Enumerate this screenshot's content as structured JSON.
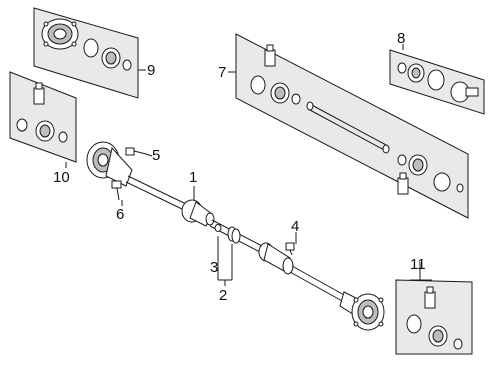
{
  "callouts": {
    "n1": "1",
    "n2": "2",
    "n3": "3",
    "n4": "4",
    "n5": "5",
    "n6": "6",
    "n7": "7",
    "n8": "8",
    "n9": "9",
    "n10": "10",
    "n11": "11"
  },
  "colors": {
    "line": "#1a1a1a",
    "panel": "#e9e9e9",
    "part": "#ffffff",
    "shade": "#bdbdbd"
  }
}
